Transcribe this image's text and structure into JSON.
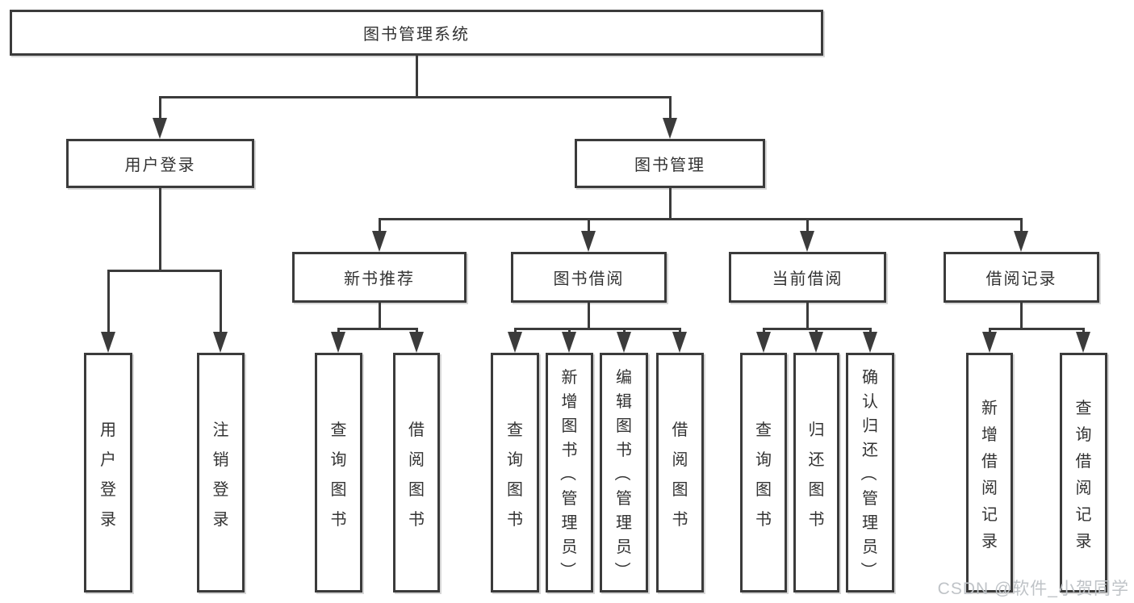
{
  "diagram": {
    "title": "图书管理系统",
    "nodes": {
      "root": "图书管理系统",
      "user_login": "用户登录",
      "book_mgmt": "图书管理",
      "new_book": "新书推荐",
      "book_borrow": "图书借阅",
      "current_borrow": "当前借阅",
      "borrow_record": "借阅记录",
      "leaves": {
        "login": [
          "用户登录",
          "注销登录"
        ],
        "new_book": [
          "查询图书",
          "借阅图书"
        ],
        "borrow": [
          "查询图书",
          "新增图书（管理员）",
          "编辑图书（管理员）",
          "借阅图书"
        ],
        "current": [
          "查询图书",
          "归还图书",
          "确认归还（管理员）"
        ],
        "record": [
          "新增借阅记录",
          "查询借阅记录"
        ]
      }
    },
    "colors": {
      "line": "#3b3b3b",
      "text": "#333333",
      "background": "#ffffff",
      "watermark_text": "#bfc3c7"
    }
  },
  "watermark": {
    "text": "CSDN @软件_小贺同学"
  }
}
